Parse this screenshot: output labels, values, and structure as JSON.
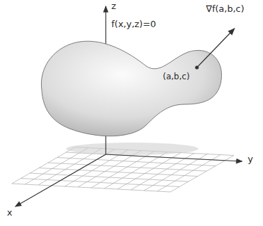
{
  "diagram": {
    "labels": [
      "z",
      "f(x,y,z)=0",
      "∇f(a,b,c)",
      "(a,b,c)",
      "y",
      "x"
    ]
  }
}
